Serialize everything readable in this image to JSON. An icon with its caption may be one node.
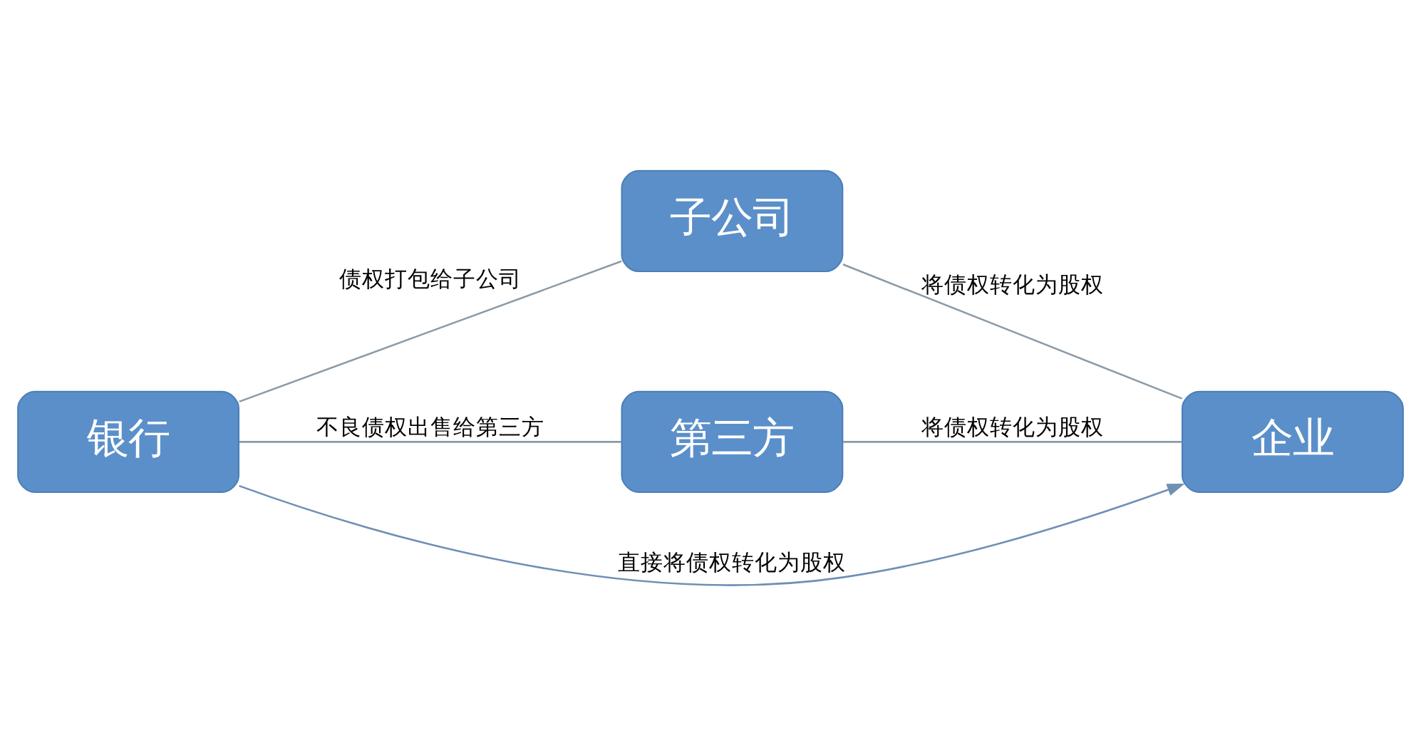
{
  "diagram": {
    "nodes": [
      {
        "text": [
          "银行"
        ]
      },
      {
        "text": [
          "子公司"
        ]
      },
      {
        "text": [
          "第三方"
        ]
      },
      {
        "text": [
          "企业"
        ]
      }
    ],
    "edges": [
      {
        "from": 0,
        "to": 1,
        "arrow": "none",
        "label": "债权打包给子公司"
      },
      {
        "from": 1,
        "to": 3,
        "arrow": "none",
        "label": "将债权转化为股权"
      },
      {
        "from": 0,
        "to": 3,
        "arrow": "to",
        "label": "直接将债权转化为股权",
        "color": "#6f8fb4"
      },
      {
        "from": 0,
        "to": 2,
        "arrow": "none",
        "label": "不良债权出售给第三方"
      },
      {
        "from": 2,
        "to": 3,
        "arrow": "none",
        "label": "将债权转化为股权"
      }
    ]
  }
}
